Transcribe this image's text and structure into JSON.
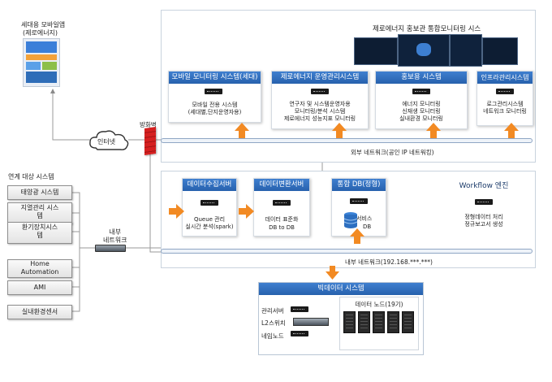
{
  "sejong_app": {
    "title": "세대용 모바일앱",
    "subtitle": "(제로에너지)"
  },
  "integrated_monitor_title": "제로에너지 홍보관 통합모니터링 시스",
  "external_section": {
    "boxes": [
      {
        "title": "모바일 모니터링 시스템(세대)",
        "lines": [
          "모바일 전용 시스템",
          "(세대별,단지운영자용)"
        ]
      },
      {
        "title": "제로에너지 운영관리시스템",
        "lines": [
          "연구자 및 시스템운영자용",
          "모니터링/분석 시스템",
          "제로에너지 성능지표 모니터링"
        ]
      },
      {
        "title": "홍보용 시스템",
        "lines": [
          "에너지 모니터링",
          "신재생 모니터링",
          "실내환경 모니터링"
        ]
      },
      {
        "title": "인프라관리시스템",
        "lines": [
          "로그관리시스템",
          "네트워크 모니터링"
        ]
      }
    ],
    "firewall_label": "방화벽",
    "internet_label": "인터넷",
    "network_label": "외부 네트워크(공인 IP 네트워킹)"
  },
  "connected_systems": {
    "title": "연계 대상 시스템",
    "items": [
      "태양광 시스템",
      "지열관리 시스\n템",
      "환기장치시스\n템",
      "Home\nAutomation",
      "AMI",
      "실내환경센서"
    ]
  },
  "internal_network_label": "내부\n네트워크",
  "internal_section": {
    "boxes": [
      {
        "title": "데이터수집서버",
        "lines": [
          "Queue 관리",
          "실시간 분석(spark)"
        ]
      },
      {
        "title": "데이터변환서버",
        "lines": [
          "데이터 표준화",
          "DB to DB"
        ]
      },
      {
        "title": "통합 DB(정형)",
        "lines": [
          "서비스",
          "DB"
        ]
      },
      {
        "title": "Workflow 엔진",
        "lines": [
          "정형데이터 처리",
          "정규보고서 생성"
        ]
      }
    ],
    "network_label": "내부 네트워크(192.168.***.***)"
  },
  "bigdata": {
    "title": "빅데이터 시스템",
    "mgmt_server": "관리서버",
    "l2_switch": "L2스위치",
    "name_node": "네임노드",
    "data_node_title": "데이터 노드(19기)"
  },
  "colors": {
    "header_blue": "#2f6fc4",
    "arrow_orange": "#f28a23",
    "firewall_red": "#d62020"
  }
}
